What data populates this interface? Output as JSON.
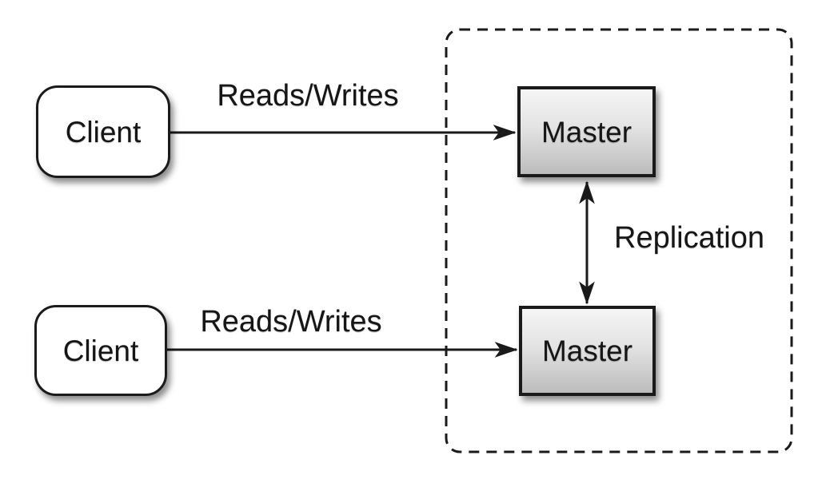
{
  "colors": {
    "background": "#ffffff",
    "stroke": "#1a1a1a",
    "node-fill": "#ffffff",
    "master-fill-top": "#f5f5f5",
    "master-fill-bottom": "#bcbcbc"
  },
  "nodes": {
    "client_top": {
      "label": "Client"
    },
    "client_bottom": {
      "label": "Client"
    },
    "master_top": {
      "label": "Master"
    },
    "master_bottom": {
      "label": "Master"
    }
  },
  "edges": {
    "reads_writes_top": {
      "label": "Reads/Writes"
    },
    "reads_writes_bottom": {
      "label": "Reads/Writes"
    },
    "replication": {
      "label": "Replication"
    }
  }
}
